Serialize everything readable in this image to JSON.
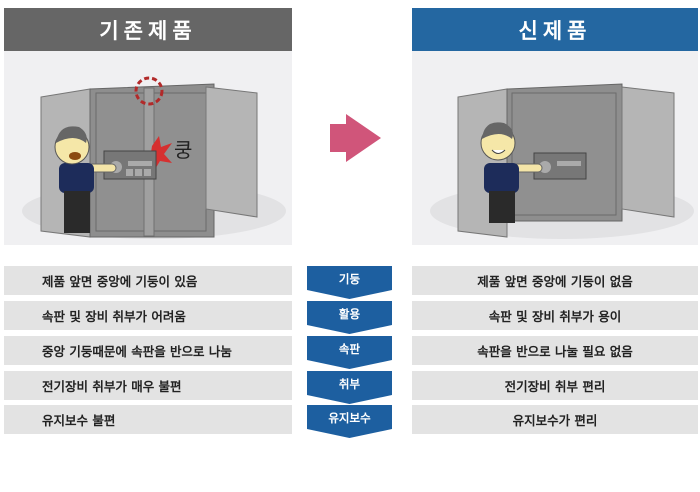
{
  "old": {
    "title": "기존제품",
    "sound": "쿵"
  },
  "new": {
    "title": "신제품"
  },
  "colors": {
    "old_header": "#666666",
    "new_header": "#2467a1",
    "arrow": "#d0557a",
    "badge": "#1d5fa0",
    "row_bg": "#e3e3e3"
  },
  "rows": [
    {
      "old": "제품 앞면 중앙에 기둥이 있음",
      "tag": "기둥",
      "new": "제품 앞면 중앙에 기둥이 없음"
    },
    {
      "old": "속판 및 장비 취부가 어려움",
      "tag": "활용",
      "new": "속판 및 장비 취부가 용이"
    },
    {
      "old": "중앙 기둥때문에 속판을 반으로 나눔",
      "tag": "속판",
      "new": "속판을 반으로 나눌 필요 없음"
    },
    {
      "old": "전기장비 취부가 매우 불편",
      "tag": "취부",
      "new": "전기장비 취부 편리"
    },
    {
      "old": "유지보수 불편",
      "tag": "유지보수",
      "new": "유지보수가 편리"
    }
  ]
}
